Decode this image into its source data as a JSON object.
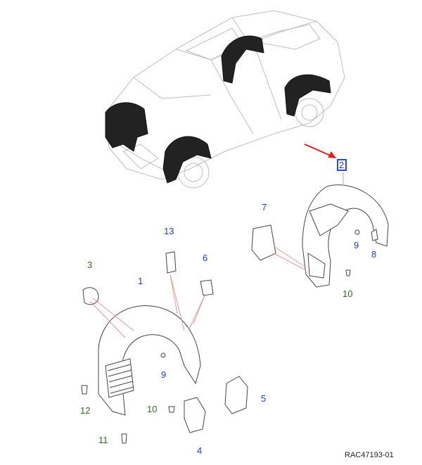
{
  "colors": {
    "callout_blue": "#1f3fbf",
    "callout_green": "#2f6b1e",
    "highlight_box": "#2a4bd7",
    "arrow_red": "#e02020",
    "leader_pink": "#e39a9a"
  },
  "callouts": {
    "c1": "1",
    "c2": "2",
    "c3": "3",
    "c4": "4",
    "c5": "5",
    "c6": "6",
    "c7": "7",
    "c8": "8",
    "c9a": "9",
    "c9b": "9",
    "c10a": "10",
    "c10b": "10",
    "c11": "11",
    "c12": "12",
    "c13": "13"
  },
  "reference": "RAC47193-01"
}
